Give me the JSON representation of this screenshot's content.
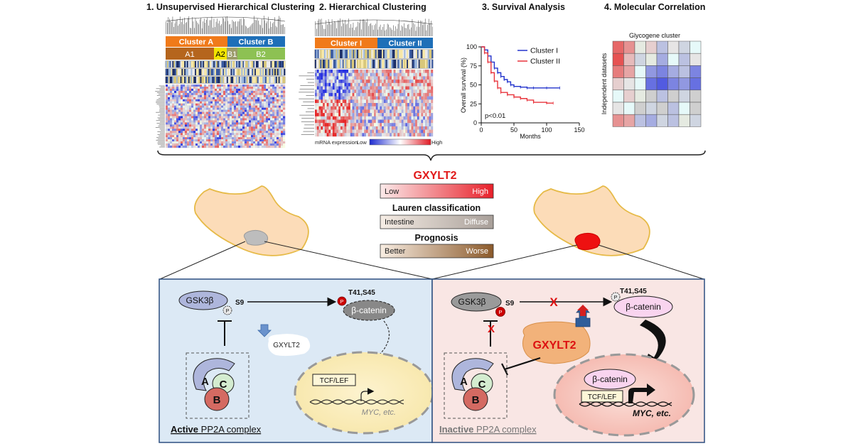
{
  "panels": {
    "p1_title": "1. Unsupervised Hierarchical Clustering",
    "p2_title": "2. Hierarchical Clustering",
    "p3_title": "3. Survival Analysis",
    "p4_title": "4. Molecular Correlation"
  },
  "clustering1": {
    "cluster_a": "Cluster A",
    "cluster_b": "Cluster B",
    "sub_a1": "A1",
    "sub_a2": "A2",
    "sub_b1": "B1",
    "sub_b2": "B2"
  },
  "clustering2": {
    "cluster_1": "Cluster I",
    "cluster_2": "Cluster II",
    "legend_label": "mRNA expression",
    "legend_low": "Low",
    "legend_high": "High"
  },
  "survival": {
    "ylabel": "Overall survival (%)",
    "xlabel": "Months",
    "pvalue": "p<0.01",
    "yticks": [
      "100",
      "75",
      "50",
      "25",
      "0"
    ],
    "xticks": [
      "0",
      "50",
      "100",
      "150"
    ],
    "legend": [
      "Cluster I",
      "Cluster II"
    ],
    "colors": {
      "cluster1": "#2233cc",
      "cluster2": "#e8333b"
    }
  },
  "chart_data": {
    "type": "line",
    "xlabel": "Months",
    "ylabel": "Overall survival (%)",
    "xlim": [
      0,
      150
    ],
    "ylim": [
      0,
      100
    ],
    "series": [
      {
        "name": "Cluster I",
        "x": [
          0,
          5,
          10,
          15,
          20,
          25,
          30,
          35,
          40,
          45,
          50,
          60,
          70,
          80,
          100,
          120
        ],
        "values": [
          100,
          96,
          88,
          80,
          72,
          66,
          61,
          57,
          54,
          50,
          48,
          47,
          46,
          46,
          46,
          46
        ]
      },
      {
        "name": "Cluster II",
        "x": [
          0,
          5,
          10,
          15,
          20,
          25,
          30,
          40,
          50,
          60,
          70,
          80,
          100,
          110
        ],
        "values": [
          100,
          92,
          80,
          66,
          55,
          46,
          40,
          37,
          34,
          32,
          30,
          27,
          26,
          26
        ]
      }
    ]
  },
  "correlation": {
    "title": "Glycogene cluster",
    "ylabel": "Independent datasets"
  },
  "center": {
    "gene": "GXYLT2",
    "gene_low": "Low",
    "gene_high": "High",
    "lauren_title": "Lauren classification",
    "lauren_left": "Intestine",
    "lauren_right": "Diffuse",
    "prognosis_title": "Prognosis",
    "prognosis_left": "Better",
    "prognosis_right": "Worse"
  },
  "left_box": {
    "gsk": "GSK3β",
    "s9": "S9",
    "p": "P",
    "t41": "T41,S45",
    "bcat": "β-catenin",
    "gxylt2": "GXYLT2",
    "tcf": "TCF/LEF",
    "myc": "MYC, etc.",
    "a": "A",
    "b": "B",
    "c": "C",
    "caption_strong": "Active",
    "caption_rest": " PP2A complex"
  },
  "right_box": {
    "gsk": "GSK3β",
    "s9": "S9",
    "p": "P",
    "t41": "T41,S45",
    "bcat": "β-catenin",
    "bcat2": "β-catenin",
    "gxylt2": "GXYLT2",
    "tcf": "TCF/LEF",
    "myc": "MYC, etc.",
    "a": "A",
    "b": "B",
    "c": "C",
    "caption_strong": "Inactive",
    "caption_rest": " PP2A complex"
  }
}
